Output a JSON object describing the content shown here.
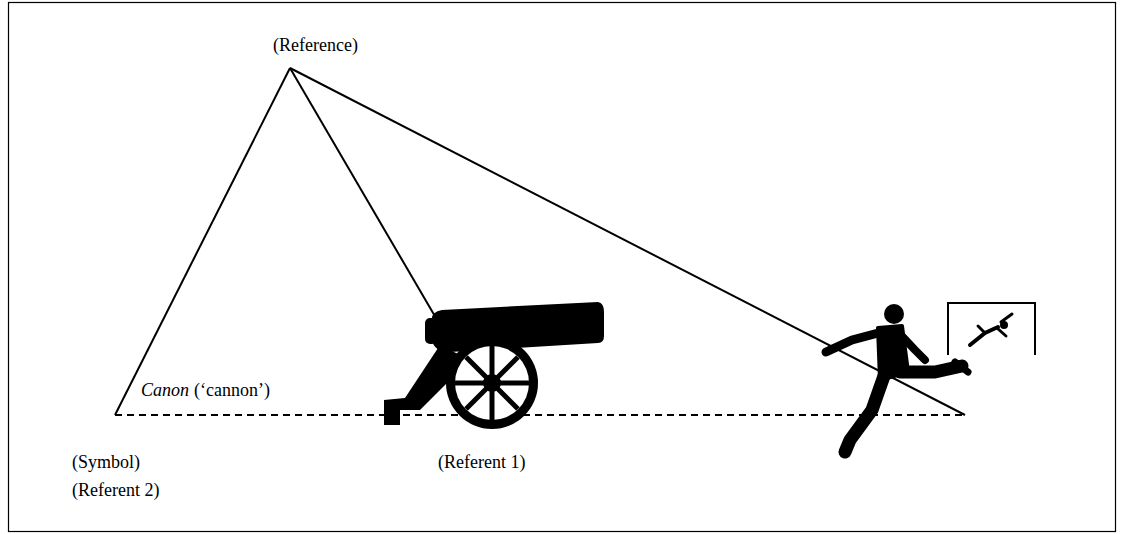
{
  "diagram": {
    "labels": [
      "(Reference)",
      "Canon",
      "(‘cannon’)",
      "(Symbol)",
      "(Referent 2)",
      "(Referent 1)"
    ]
  }
}
